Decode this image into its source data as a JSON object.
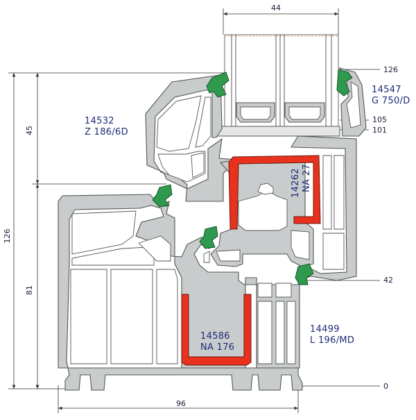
{
  "dimensions": {
    "top_width": "44",
    "bottom_width": "96",
    "left_total": "126",
    "left_upper": "45",
    "left_lower": "81",
    "right_top": "126",
    "right_105": "105",
    "right_101": "101",
    "right_42": "42",
    "right_0": "0"
  },
  "labels": {
    "p14547_code": "14547",
    "p14547_sub": "G 750/D",
    "p14532_code": "14532",
    "p14532_sub": "Z 186/6D",
    "p14262_code": "14262",
    "p14262_sub": "NA 27",
    "p14586_code": "14586",
    "p14586_sub": "NA 176",
    "p14499_code": "14499",
    "p14499_sub": "L 196/MD"
  },
  "colors": {
    "profile": "#c9cccc",
    "steel": "#e8321e",
    "seal": "#2f9a4e",
    "text": "#1e2a78"
  }
}
